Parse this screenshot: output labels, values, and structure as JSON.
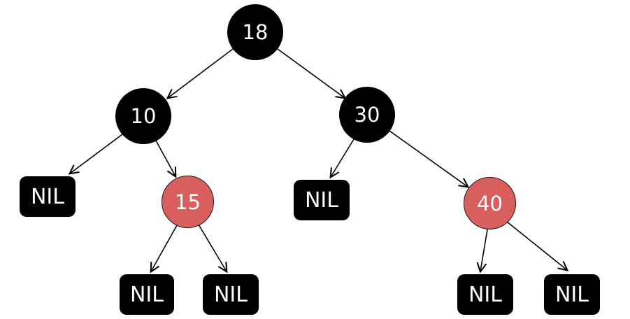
{
  "diagram": {
    "type": "red-black-tree",
    "colors": {
      "black_node": "#000000",
      "red_node": "#d95f5f",
      "node_text": "#ffffff",
      "edge": "#000000",
      "background": "#ffffff"
    },
    "nodes": {
      "n18": {
        "label": "18",
        "kind": "black"
      },
      "n10": {
        "label": "10",
        "kind": "black"
      },
      "n30": {
        "label": "30",
        "kind": "black"
      },
      "n15": {
        "label": "15",
        "kind": "red"
      },
      "n40": {
        "label": "40",
        "kind": "red"
      },
      "nil_a": {
        "label": "NIL",
        "kind": "nil"
      },
      "nil_b": {
        "label": "NIL",
        "kind": "nil"
      },
      "nil_c": {
        "label": "NIL",
        "kind": "nil"
      },
      "nil_d": {
        "label": "NIL",
        "kind": "nil"
      },
      "nil_e": {
        "label": "NIL",
        "kind": "nil"
      },
      "nil_f": {
        "label": "NIL",
        "kind": "nil"
      }
    },
    "structure": {
      "n18": {
        "left": "n10",
        "right": "n30"
      },
      "n10": {
        "left": "nil_a",
        "right": "n15"
      },
      "n15": {
        "left": "nil_b",
        "right": "nil_c"
      },
      "n30": {
        "left": "nil_d",
        "right": "n40"
      },
      "n40": {
        "left": "nil_e",
        "right": "nil_f"
      }
    }
  }
}
